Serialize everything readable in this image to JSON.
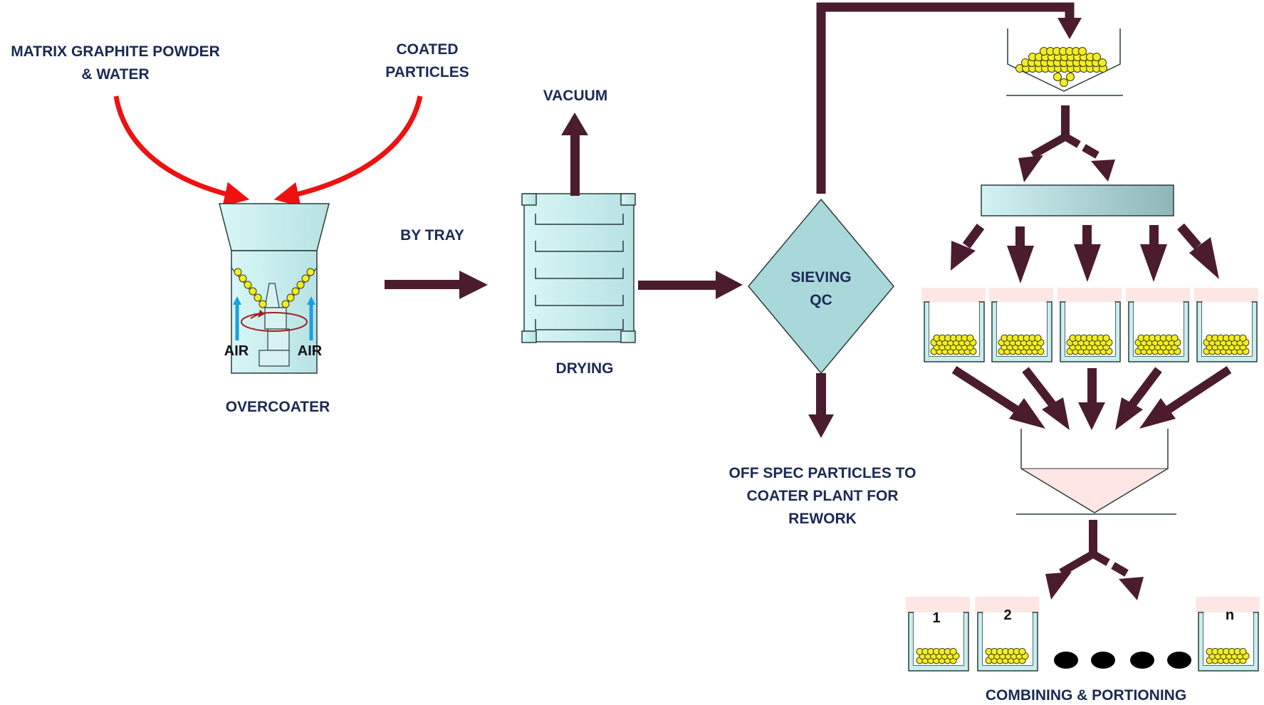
{
  "labels": {
    "matrix_line1": "MATRIX GRAPHITE POWDER",
    "matrix_line2": "& WATER",
    "coated_line1": "COATED",
    "coated_line2": "PARTICLES",
    "vacuum": "VACUUM",
    "by_tray": "BY TRAY",
    "overcoater": "OVERCOATER",
    "air_left": "AIR",
    "air_right": "AIR",
    "drying": "DRYING",
    "sieving_line1": "SIEVING",
    "sieving_line2": "QC",
    "offspec_line1": "OFF SPEC PARTICLES TO",
    "offspec_line2": "COATER PLANT FOR",
    "offspec_line3": "REWORK",
    "combining": "COMBINING & PORTIONING",
    "portion_1": "1",
    "portion_2": "2",
    "portion_n": "n"
  },
  "colors": {
    "arrow_dark": "#4a1c2e",
    "arrow_red": "#ee1111",
    "equipment_fill": "#c9eef0",
    "equipment_stroke": "#2b3b3b",
    "particle": "#f2ee22",
    "label": "#1a2a55",
    "pink_bg": "#fde6e4",
    "air_arrow": "#1aa0e0"
  }
}
